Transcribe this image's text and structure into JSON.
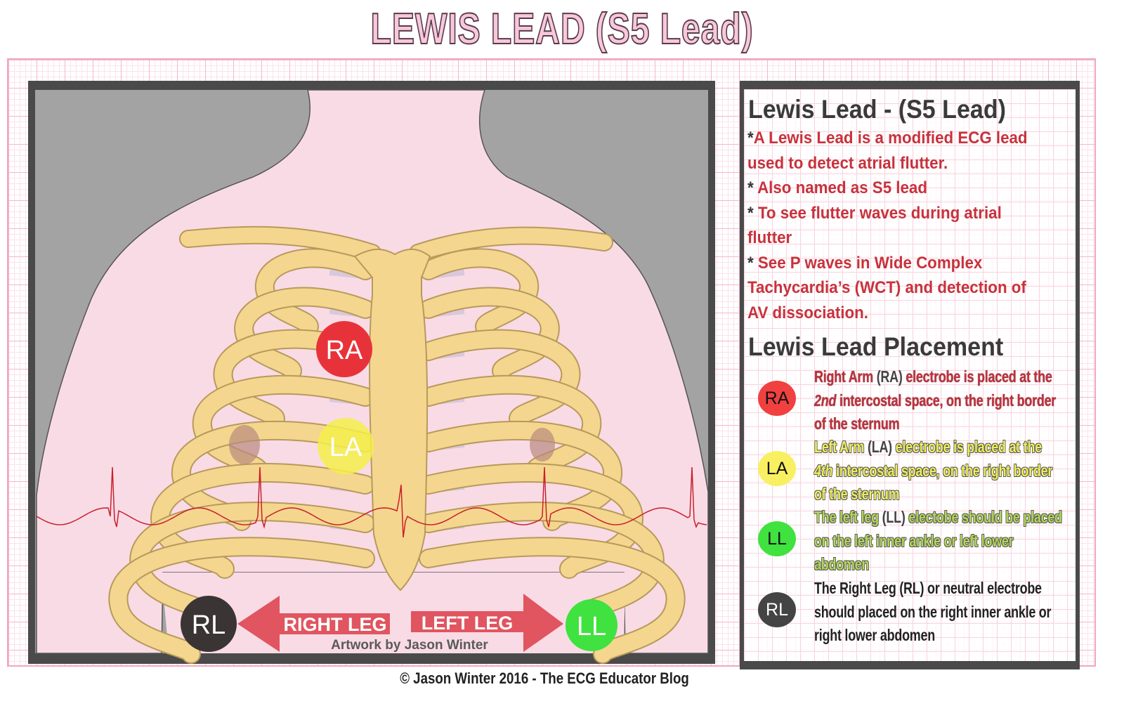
{
  "title": "LEWIS LEAD (S5 Lead)",
  "artwork": {
    "electrodes": {
      "ra": {
        "label": "RA",
        "color": "#e8323a"
      },
      "la": {
        "label": "LA",
        "color": "#f5ef4a"
      },
      "rl": {
        "label": "RL",
        "color": "#3a3435"
      },
      "ll": {
        "label": "LL",
        "color": "#3fe23f"
      }
    },
    "arrows": {
      "right_leg": "RIGHT LEG",
      "left_leg": "LEFT LEG",
      "color": "#e05560"
    },
    "credit": "Artwork by Jason Winter",
    "colors": {
      "background": "#a3a3a3",
      "skin": "#f9dbe6",
      "bone": "#f5d68f",
      "cartilage": "#d9c8dc",
      "ecg_trace": "#c8202c"
    }
  },
  "info": {
    "heading": "Lewis Lead - (S5 Lead)",
    "description_lines": [
      {
        "star": "*",
        "text": "A Lewis Lead is a modified ECG lead"
      },
      {
        "star": "",
        "text": "used to detect atrial flutter."
      },
      {
        "star": "* ",
        "text": "Also named as S5 lead"
      },
      {
        "star": "* ",
        "text": "To see flutter waves during atrial"
      },
      {
        "star": "",
        "text": "flutter"
      },
      {
        "star": "* ",
        "text": "See P waves in Wide Complex"
      },
      {
        "star": "",
        "text": "Tachycardia’s (WCT) and detection of"
      },
      {
        "star": "",
        "text": "AV dissociation."
      }
    ],
    "placement_heading": "Lewis Lead Placement",
    "placement": [
      {
        "badge": "RA",
        "color": "#f04040",
        "cls": "seg-ra",
        "lines": [
          [
            {
              "t": "Right Arm "
            },
            {
              "t": "(RA)",
              "k": "abbr"
            },
            {
              "t": " electrobe is placed at the"
            }
          ],
          [
            {
              "t": "2nd",
              "k": "it"
            },
            {
              "t": " intercostal space, on the right border"
            }
          ],
          [
            {
              "t": "of the sternum"
            }
          ]
        ]
      },
      {
        "badge": "LA",
        "color": "#f8f060",
        "cls": "seg-la",
        "lines": [
          [
            {
              "t": "Left Arm "
            },
            {
              "t": "(LA)",
              "k": "abbr"
            },
            {
              "t": " electrobe is placed at the"
            }
          ],
          [
            {
              "t": "4th",
              "k": "it"
            },
            {
              "t": " intercostal space, on the right border"
            }
          ],
          [
            {
              "t": "of the sternum"
            }
          ]
        ]
      },
      {
        "badge": "LL",
        "color": "#3fe23f",
        "cls": "seg-ll",
        "lines": [
          [
            {
              "t": "The left leg "
            },
            {
              "t": "(LL)",
              "k": "abbr"
            },
            {
              "t": " electobe should be placed"
            }
          ],
          [
            {
              "t": "on the left inner ankle or left lower"
            }
          ],
          [
            {
              "t": "abdomen"
            }
          ]
        ]
      },
      {
        "badge": "RL",
        "color": "#444444",
        "cls": "seg-rl",
        "lines": [
          [
            {
              "t": "The Right Leg (RL) or neutral electrobe"
            }
          ],
          [
            {
              "t": "should placed on the right inner ankle or"
            }
          ],
          [
            {
              "t": "right lower abdomen"
            }
          ]
        ]
      }
    ]
  },
  "footer": "© Jason Winter 2016 - The ECG Educator Blog"
}
